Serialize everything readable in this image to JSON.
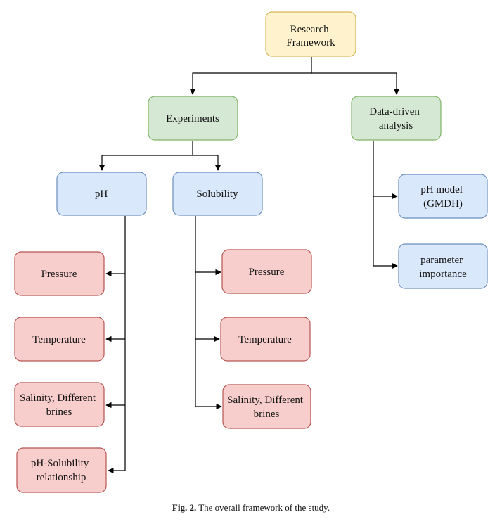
{
  "colors": {
    "yellow_fill": "#fff2cc",
    "yellow_stroke": "#d6b656",
    "green_fill": "#d5e8d4",
    "green_stroke": "#82b366",
    "blue_fill": "#dae8fc",
    "blue_stroke": "#6c8ebf",
    "red_fill": "#f8cecc",
    "red_stroke": "#b85450",
    "line": "#000000"
  },
  "nodes": {
    "research_framework": [
      "Research",
      "Framework"
    ],
    "experiments": [
      "Experiments"
    ],
    "data_driven": [
      "Data-driven",
      "analysis"
    ],
    "ph": [
      "pH"
    ],
    "solubility": [
      "Solubility"
    ],
    "ph_pressure": [
      "Pressure"
    ],
    "ph_temperature": [
      "Temperature"
    ],
    "ph_salinity": [
      "Salinity, Different",
      "brines"
    ],
    "ph_solubility_rel": [
      "pH-Solubility",
      "relationship"
    ],
    "sol_pressure": [
      "Pressure"
    ],
    "sol_temperature": [
      "Temperature"
    ],
    "sol_salinity": [
      "Salinity, Different",
      "brines"
    ],
    "ph_model": [
      "pH model",
      "(GMDH)"
    ],
    "param_importance": [
      "parameter",
      "importance"
    ]
  },
  "caption": {
    "label": "Fig. 2.",
    "text": "The overall framework of the study."
  }
}
